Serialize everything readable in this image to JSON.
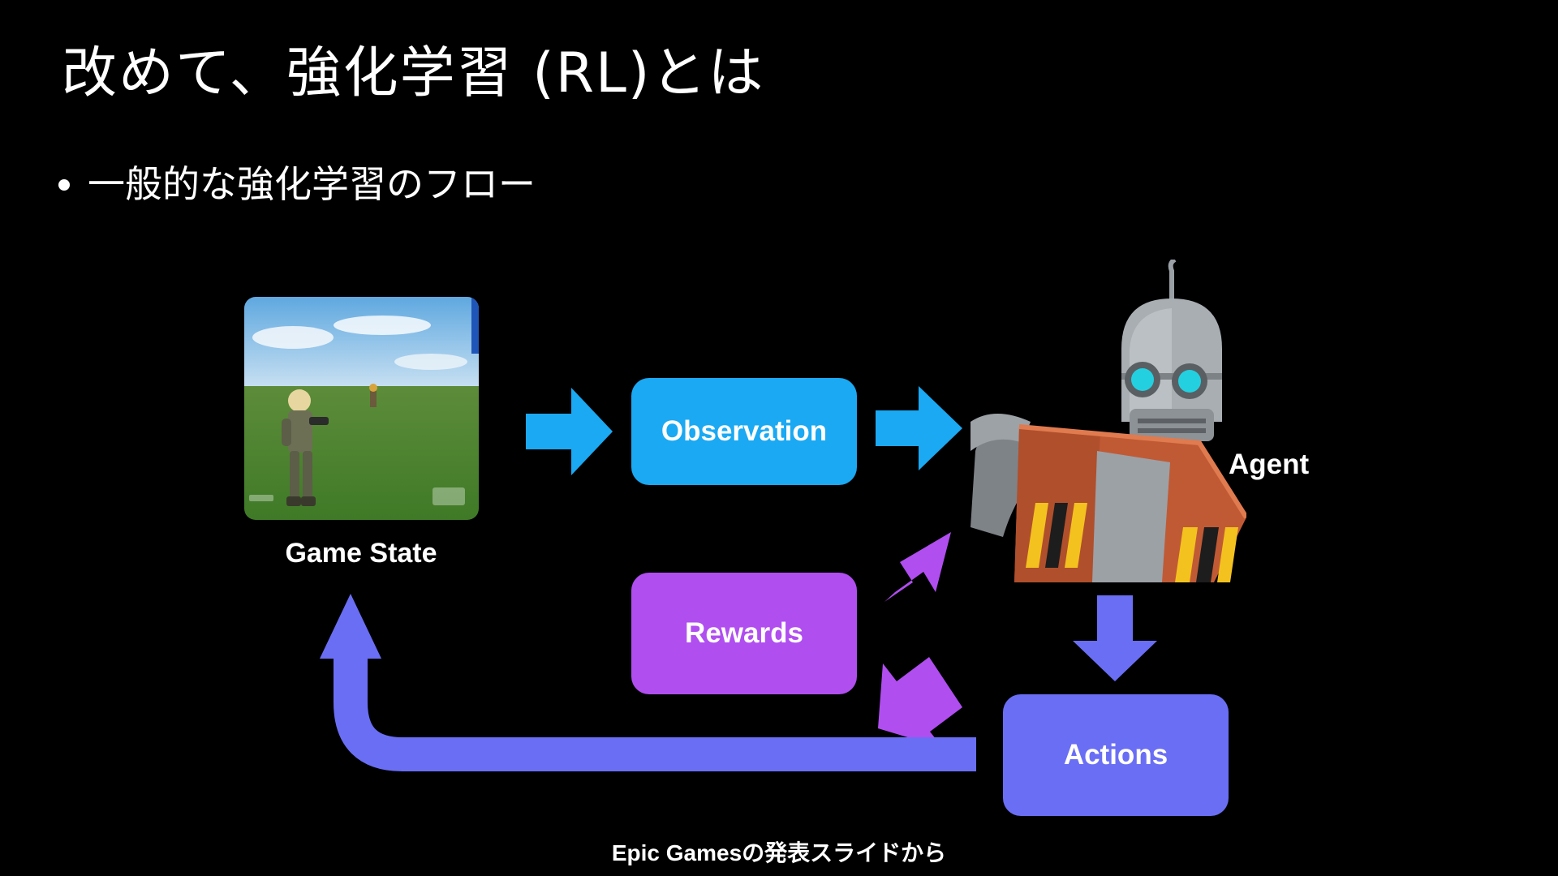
{
  "slide": {
    "title": "改めて、強化学習 (RL)とは",
    "bullet": "一般的な強化学習のフロー",
    "caption": "Epic Gamesの発表スライドから"
  },
  "diagram": {
    "game_state_label": "Game State",
    "observation_label": "Observation",
    "rewards_label": "Rewards",
    "actions_label": "Actions",
    "agent_label": "Agent"
  },
  "colors": {
    "background": "#000000",
    "observation": "#1aa9f2",
    "rewards": "#b04ef0",
    "actions": "#6a6ef4",
    "feedback_arrow": "#6a6ef4",
    "text": "#ffffff"
  }
}
